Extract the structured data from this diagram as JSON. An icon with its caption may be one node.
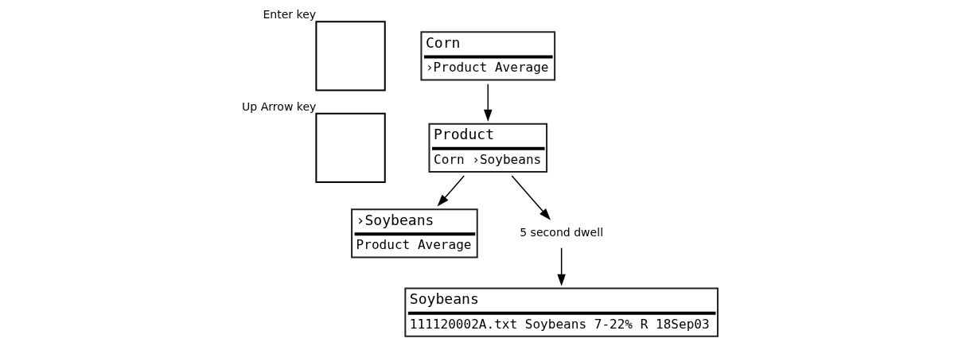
{
  "diagram": {
    "nodes": [
      {
        "text": [],
        "shape": "box",
        "beside": [
          "Enter key"
        ]
      },
      {
        "text": [],
        "shape": "box",
        "beside": [
          "Up Arrow key"
        ]
      },
      {
        "text": [
          "Corn",
          "›Product Average"
        ]
      },
      {
        "text": [
          "Product",
          "Corn ›Soybeans"
        ]
      },
      {
        "text": [
          "›Soybeans",
          "Product Average"
        ]
      },
      {
        "text": [
          "5 second dwell"
        ]
      },
      {
        "text": [
          "Soybeans",
          "111120002A.txt Soybeans 7-22% R 18Sep03"
        ]
      }
    ],
    "edges": [
      {
        "from": 2,
        "to": 3,
        "arrow": "to"
      },
      {
        "from": 3,
        "to": 4,
        "arrow": "to"
      },
      {
        "from": 3,
        "to": 5,
        "arrow": "to"
      },
      {
        "from": 5,
        "to": 6,
        "arrow": "to"
      }
    ]
  }
}
